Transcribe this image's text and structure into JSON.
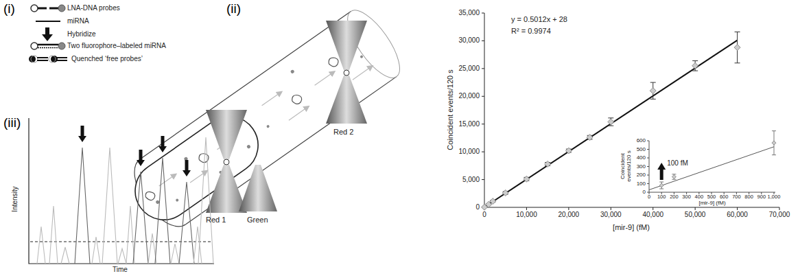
{
  "diagram": {
    "labels": [
      "(i)",
      "LNA-DNA probes",
      "miRNA",
      "Hybridize",
      "Two fluorophore–labeled miRNA",
      "Quenched ‘free probes’",
      "(ii)",
      "Red 1",
      "Green",
      "Red 2",
      "(iii)",
      "Intensity",
      "Time",
      "y = 0.5012x + 28",
      "R² = 0.9974",
      "Coincident events/120 s",
      "[mir-9] (fM)",
      "35,000",
      "30,000",
      "25,000",
      "20,000",
      "15,000",
      "10,000",
      "5,000",
      "0",
      "0",
      "10,000",
      "20,000",
      "30,000",
      "40,000",
      "50,000",
      "60,000",
      "70,000",
      "Coincident events/120 s",
      "[mir-9] (fM)",
      "100 fM",
      "600",
      "500",
      "400",
      "300",
      "200",
      "100",
      "0",
      "0",
      "100",
      "200",
      "300",
      "400",
      "500",
      "600",
      "700",
      "800",
      "900",
      "1,000"
    ]
  }
}
